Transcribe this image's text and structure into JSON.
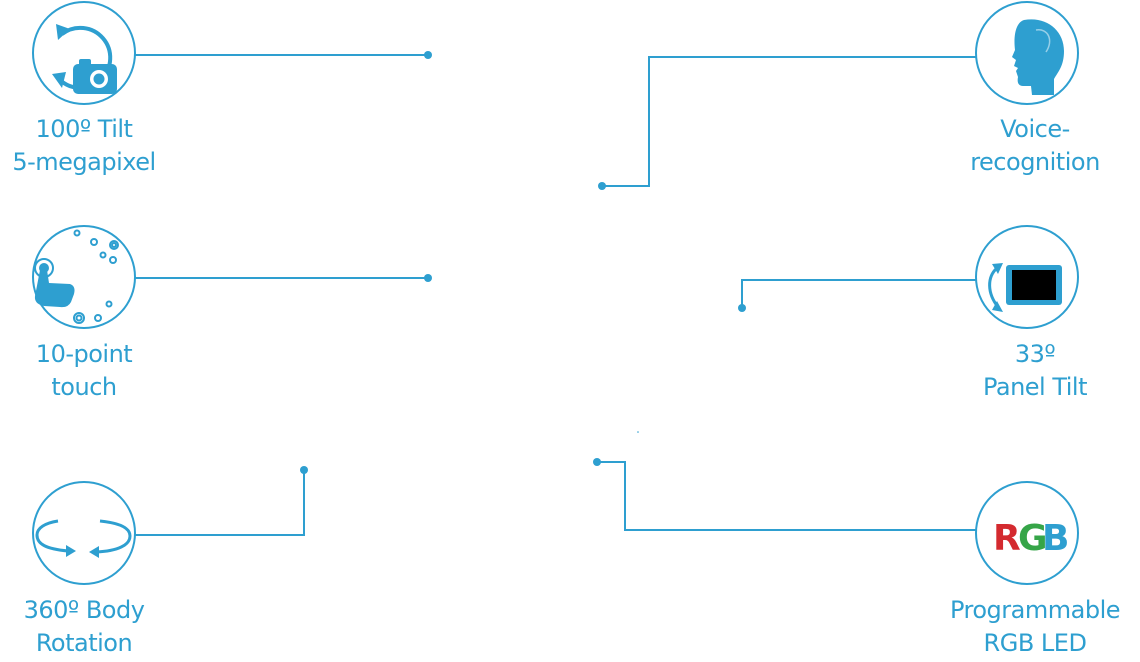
{
  "colors": {
    "accent": "#2e9fd0",
    "rgb_r": "#d42a2f",
    "rgb_g": "#36a548",
    "rgb_b": "#2e9fd0",
    "screen": "#000000"
  },
  "features": {
    "camera": {
      "icon": "rotating-camera-icon",
      "line1": "100º Tilt",
      "line2": "5-megapixel"
    },
    "touch": {
      "icon": "touch-hand-icon",
      "line1": "10-point",
      "line2": "touch"
    },
    "rotation": {
      "icon": "rotation-arrows-icon",
      "line1": "360º Body",
      "line2": "Rotation"
    },
    "voice": {
      "icon": "head-profile-icon",
      "line1": "Voice-",
      "line2": "recognition"
    },
    "panel": {
      "icon": "tilting-panel-icon",
      "line1": "33º",
      "line2": "Panel Tilt"
    },
    "rgb": {
      "icon": "rgb-text-icon",
      "icon_text_r": "R",
      "icon_text_g": "G",
      "icon_text_b": "B",
      "line1": "Programmable",
      "line2": "RGB LED"
    }
  }
}
